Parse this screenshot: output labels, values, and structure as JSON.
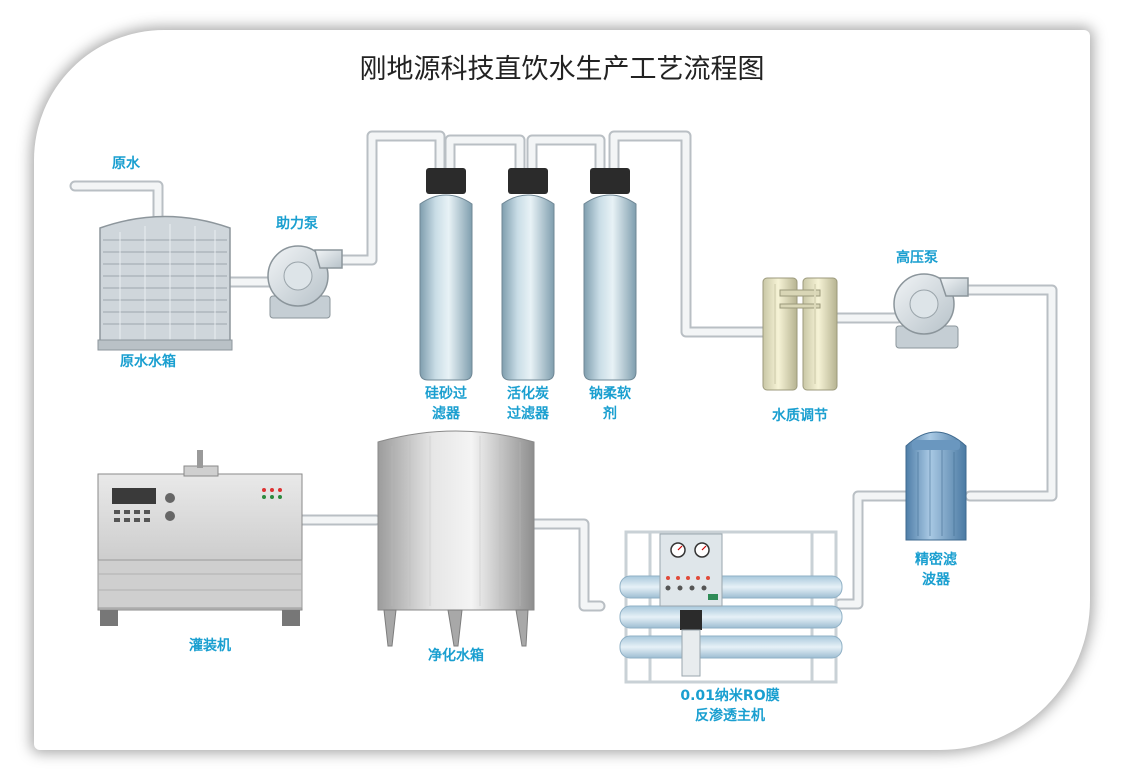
{
  "title": "刚地源科技直饮水生产工艺流程图",
  "labels": {
    "raw_water": "原水",
    "raw_water_tank": "原水水箱",
    "booster_pump": "助力泵",
    "sand_filter_1": "硅砂过",
    "sand_filter_2": "滤器",
    "carbon_filter_1": "活化炭",
    "carbon_filter_2": "过滤器",
    "softener_1": "钠柔软",
    "softener_2": "剂",
    "water_adjust": "水质调节",
    "high_pressure_pump": "高压泵",
    "precision_filter_1": "精密滤",
    "precision_filter_2": "波器",
    "filling_machine": "灌装机",
    "clean_tank": "净化水箱",
    "ro_host_1": "0.01纳米RO膜",
    "ro_host_2": "反渗透主机"
  },
  "colors": {
    "label": "#1a9fd0",
    "pipe": "#dfe3e6",
    "tank_blue": "#a9c4d2",
    "precision_blue": "#7ea9cc",
    "cap": "#2b2b2b"
  }
}
